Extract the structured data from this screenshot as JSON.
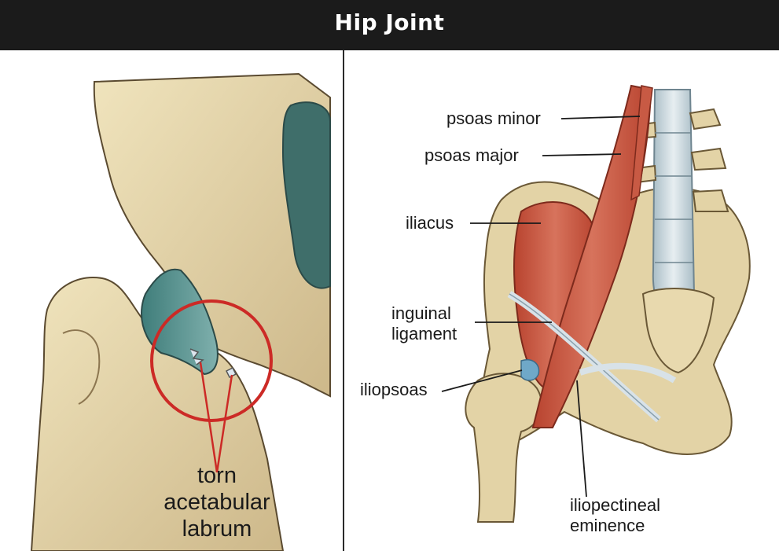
{
  "header": {
    "title": "Hip Joint"
  },
  "left_panel": {
    "label_lines": [
      "torn",
      "acetabular",
      "labrum"
    ]
  },
  "right_panel": {
    "labels": {
      "psoas_minor": "psoas minor",
      "psoas_major": "psoas major",
      "iliacus": "iliacus",
      "inguinal_ligament": [
        "inguinal",
        "ligament"
      ],
      "iliopsoas": "iliopsoas",
      "iliopectineal_eminence": [
        "iliopectineal",
        "eminence"
      ]
    }
  },
  "colors": {
    "header_bg": "#1b1b1b",
    "bone": "#e3d3a6",
    "bone_shadow": "#c9b283",
    "cartilage": "#4d8c88",
    "muscle": "#c8553f",
    "spine": "#c8d6dc",
    "highlight_circle": "#cc2a26"
  }
}
